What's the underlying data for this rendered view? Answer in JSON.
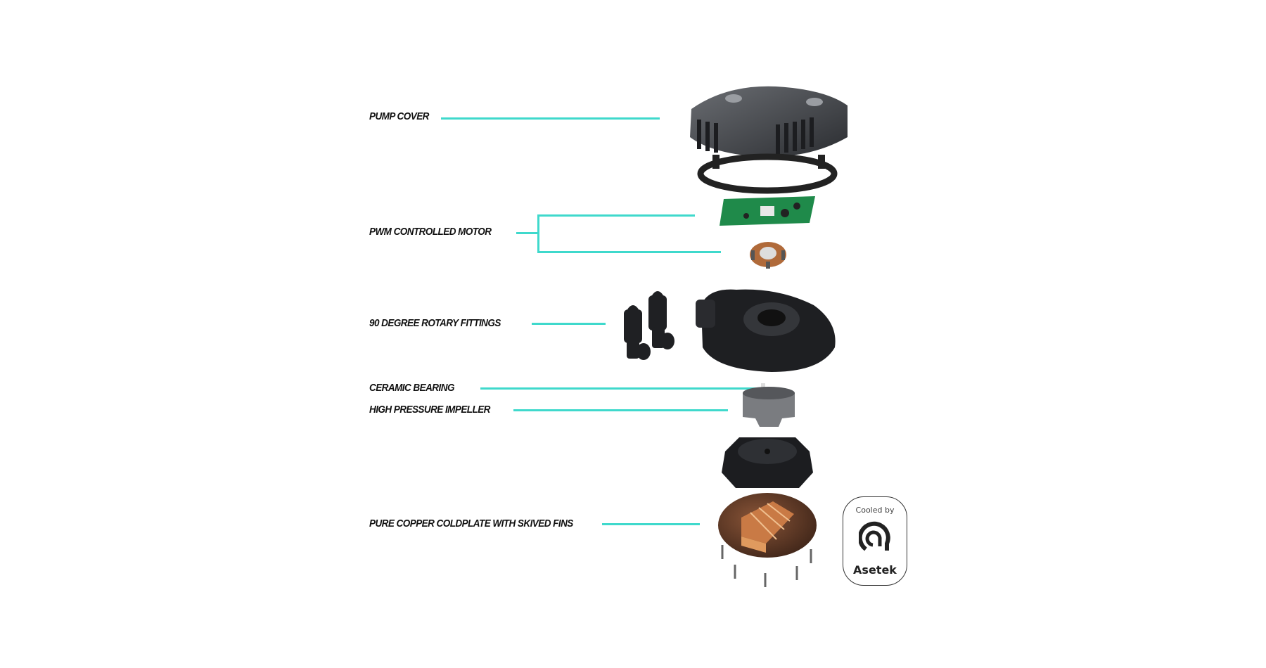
{
  "labels": {
    "pump_cover": "PUMP COVER",
    "pwm_motor": "PWM CONTROLLED MOTOR",
    "rotary_fittings": "90 DEGREE ROTARY FITTINGS",
    "ceramic_bearing": "CERAMIC BEARING",
    "impeller": "HIGH PRESSURE IMPELLER",
    "coldplate": "PURE COPPER COLDPLATE WITH SKIVED FINS"
  },
  "badge": {
    "top_text": "Cooled by",
    "brand": "Asetek",
    "logo_icon": "asetek-logo-icon"
  },
  "colors": {
    "leader_line": "#3fd9cc",
    "label_text": "#111111",
    "copper": "#b8683a"
  }
}
